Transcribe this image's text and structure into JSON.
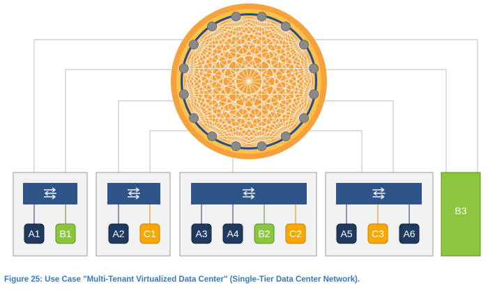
{
  "colors": {
    "switch_blue": "#2f5588",
    "tenant_a": "#1f3a60",
    "tenant_b": "#8cc63f",
    "tenant_c": "#f8a800",
    "fabric_orange": "#f6a23c",
    "fabric_ring": "#1d4f8c",
    "node_gray": "#8a8a8a",
    "caption_blue": "#3a78c0"
  },
  "fabric": {
    "node_count": 16,
    "icon": "full-mesh-fabric"
  },
  "switch_icon": "bidirectional-arrows-icon",
  "pods": [
    {
      "name": "pod-1",
      "endpoints": [
        {
          "label": "A1",
          "tenant": "a"
        },
        {
          "label": "B1",
          "tenant": "b"
        }
      ]
    },
    {
      "name": "pod-2",
      "endpoints": [
        {
          "label": "A2",
          "tenant": "a"
        },
        {
          "label": "C1",
          "tenant": "c"
        }
      ]
    },
    {
      "name": "pod-3",
      "endpoints": [
        {
          "label": "A3",
          "tenant": "a"
        },
        {
          "label": "A4",
          "tenant": "a"
        },
        {
          "label": "B2",
          "tenant": "b"
        },
        {
          "label": "C2",
          "tenant": "c"
        }
      ]
    },
    {
      "name": "pod-4",
      "endpoints": [
        {
          "label": "A5",
          "tenant": "a"
        },
        {
          "label": "C3",
          "tenant": "c"
        },
        {
          "label": "A6",
          "tenant": "a"
        }
      ]
    }
  ],
  "b3": {
    "label": "B3",
    "tenant": "b"
  },
  "caption": "Figure 25: Use Case \"Multi-Tenant Virtualized Data Center\" (Single-Tier Data Center Network)."
}
